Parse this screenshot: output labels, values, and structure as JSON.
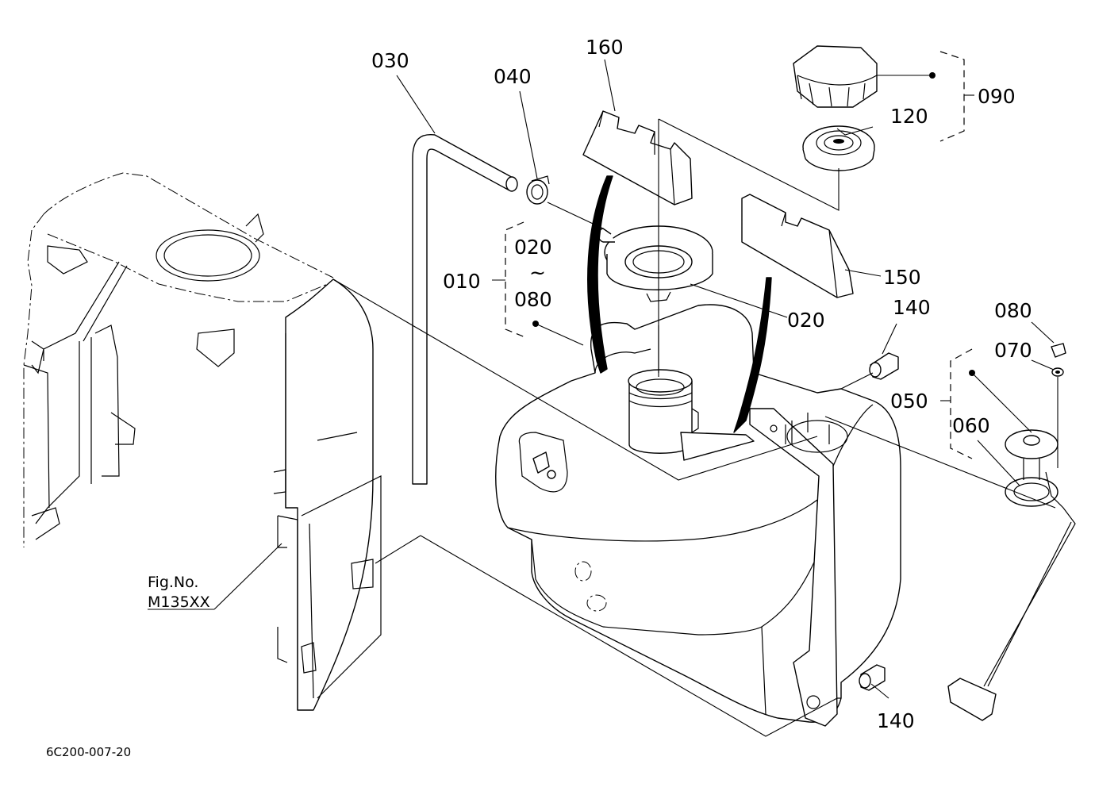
{
  "labels": {
    "p010": "010",
    "p020a": "020",
    "p020b": "020",
    "p020_range_to": "080",
    "p020_range_sep": "~",
    "p030": "030",
    "p040": "040",
    "p050": "050",
    "p060": "060",
    "p070": "070",
    "p080": "080",
    "p090": "090",
    "p120": "120",
    "p140a": "140",
    "p140b": "140",
    "p150": "150",
    "p160": "160"
  },
  "figure_ref": {
    "line1": "Fig.No.",
    "line2": "M135XX"
  },
  "diagram_code": "6C200-007-20"
}
